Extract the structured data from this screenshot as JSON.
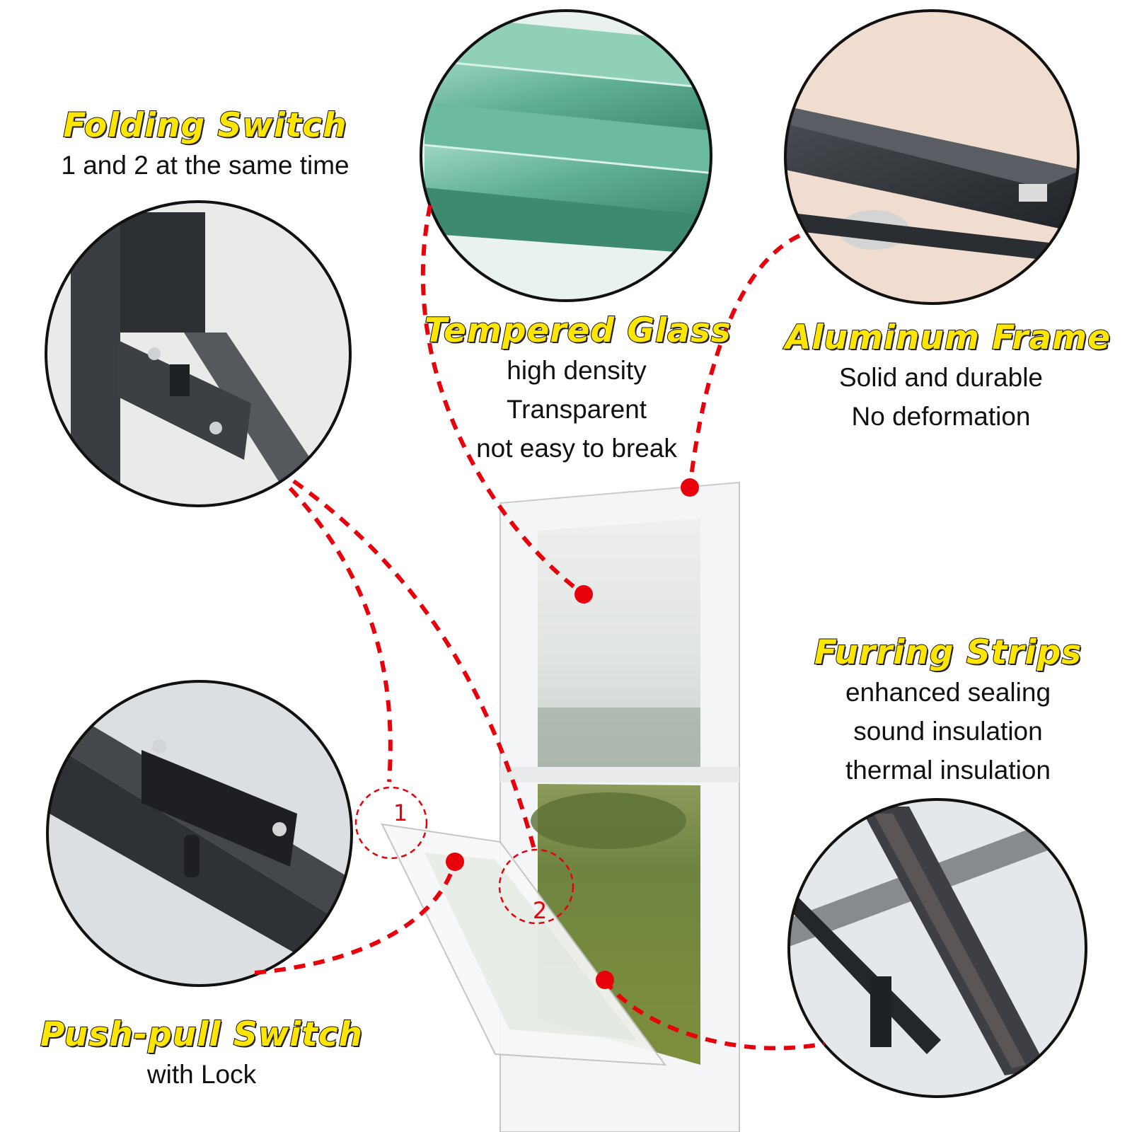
{
  "features": [
    {
      "title": "Folding Switch",
      "lines": [
        "1 and 2 at the same time"
      ]
    },
    {
      "title": "Tempered Glass",
      "lines": [
        "high density",
        "Transparent",
        "not easy to break"
      ]
    },
    {
      "title": "Aluminum Frame",
      "lines": [
        "Solid and durable",
        "No deformation"
      ]
    },
    {
      "title": "Furring Strips",
      "lines": [
        "enhanced sealing",
        "sound insulation",
        "thermal insulation"
      ]
    },
    {
      "title": "Push-pull Switch",
      "lines": [
        "with Lock"
      ]
    }
  ],
  "markers": [
    "1",
    "2"
  ],
  "colors": {
    "title_fill": "#ffe600",
    "title_outline": "#111111",
    "leader": "#e8000b",
    "frame_dark": "#2f3236",
    "glass_green": "#5faf92",
    "window_frame": "#f4f5f6"
  }
}
